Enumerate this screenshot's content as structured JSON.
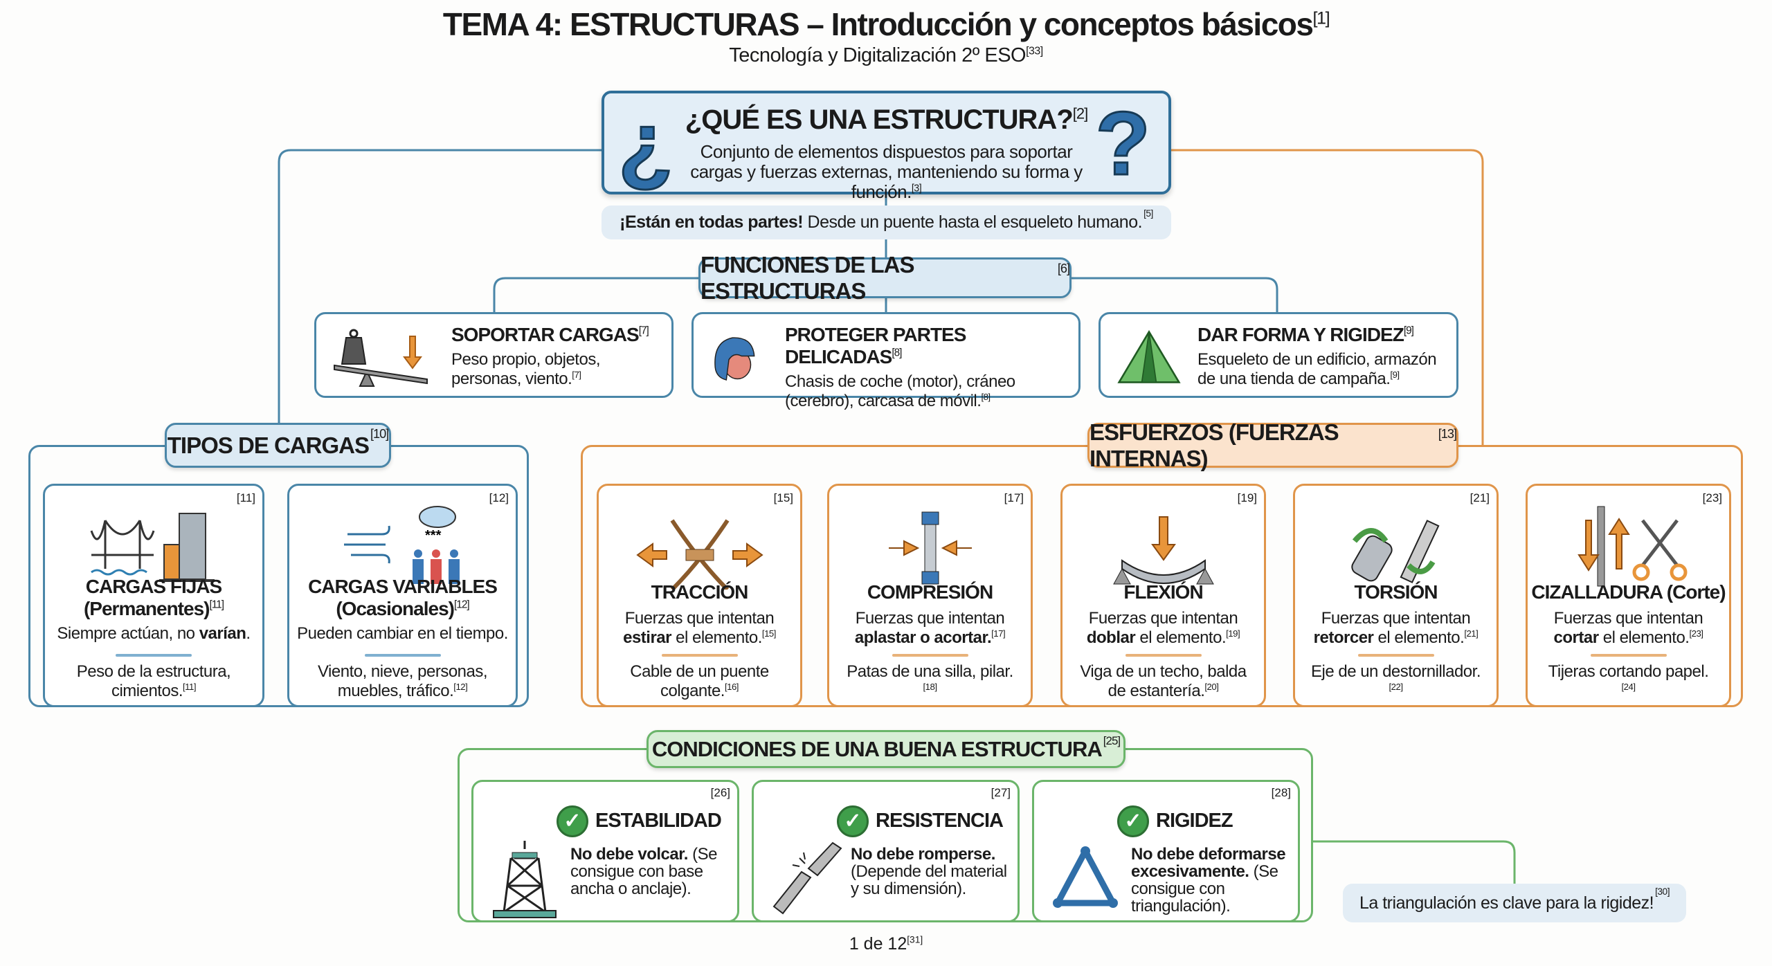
{
  "header": {
    "title": "TEMA 4: ESTRUCTURAS – Introducción y conceptos básicos",
    "title_ref": "[1]",
    "subtitle": "Tecnología y Digitalización 2º ESO",
    "subtitle_ref": "[33]"
  },
  "definition": {
    "title": "¿QUÉ ES UNA ESTRUCTURA?",
    "title_ref": "[2]",
    "text": "Conjunto de elementos dispuestos para soportar cargas y fuerzas externas, manteniendo su forma y función.",
    "text_ref": "[3]",
    "open_q": "¿",
    "close_q": "?"
  },
  "everywhere": {
    "bold": "¡Están en todas partes!",
    "text": " Desde un puente hasta el esqueleto humano.",
    "ref": "[5]"
  },
  "functions": {
    "title": "FUNCIONES DE LAS ESTRUCTURAS",
    "ref": "[6]",
    "items": [
      {
        "title": "SOPORTAR CARGAS",
        "title_ref": "[7]",
        "text": "Peso propio, objetos, personas, viento.",
        "text_ref": "[7]",
        "icon": "seesaw-weight-icon"
      },
      {
        "title": "PROTEGER PARTES DELICADAS",
        "title_ref": "[8]",
        "text": "Chasis de coche (motor), cráneo (cerebro), carcasa de móvil.",
        "text_ref": "[8]",
        "icon": "helmet-brain-icon"
      },
      {
        "title": "DAR FORMA Y RIGIDEZ",
        "title_ref": "[9]",
        "text": "Esqueleto de un edificio, armazón de una tienda de campaña.",
        "text_ref": "[9]",
        "icon": "tent-icon"
      }
    ]
  },
  "loads": {
    "title": "TIPOS DE CARGAS",
    "ref": "[10]",
    "items": [
      {
        "ref": "[11]",
        "title": "CARGAS FIJAS (Permanentes)",
        "title_ref": "[11]",
        "desc_pre": "Siempre actúan, no ",
        "desc_bold": "varían",
        "desc_post": ".",
        "example": "Peso de la estructura, cimientos.",
        "example_ref": "[11]",
        "icon": "bridge-building-icon"
      },
      {
        "ref": "[12]",
        "title": "CARGAS VARIABLES (Ocasionales)",
        "title_ref": "[12]",
        "desc_pre": "Pueden cambiar en el tiempo.",
        "desc_bold": "",
        "desc_post": "",
        "example": "Viento, nieve, personas, muebles, tráfico.",
        "example_ref": "[12]",
        "icon": "wind-snow-people-icon"
      }
    ]
  },
  "stresses": {
    "title": "ESFUERZOS (FUERZAS INTERNAS)",
    "ref": "[13]",
    "items": [
      {
        "ref": "[15]",
        "title": "TRACCIÓN",
        "desc_pre": "Fuerzas que intentan ",
        "desc_bold": "estirar",
        "desc_post": " el elemento.",
        "desc_ref": "[15]",
        "example": "Cable de un puente colgante.",
        "example_ref": "[16]",
        "icon": "rope-tension-icon"
      },
      {
        "ref": "[17]",
        "title": "COMPRESIÓN",
        "desc_pre": "Fuerzas que intentan ",
        "desc_bold": "aplastar o acortar.",
        "desc_post": "",
        "desc_ref": "[17]",
        "example": "Patas de una silla, pilar.",
        "example_ref": "[18]",
        "icon": "column-compression-icon"
      },
      {
        "ref": "[19]",
        "title": "FLEXIÓN",
        "desc_pre": "Fuerzas que intentan ",
        "desc_bold": "doblar",
        "desc_post": " el elemento.",
        "desc_ref": "[19]",
        "example": "Viga de un techo, balda de estantería.",
        "example_ref": "[20]",
        "icon": "bending-beam-icon"
      },
      {
        "ref": "[21]",
        "title": "TORSIÓN",
        "desc_pre": "Fuerzas que intentan ",
        "desc_bold": "retorcer",
        "desc_post": " el elemento.",
        "desc_ref": "[21]",
        "example": "Eje de un destornillador.",
        "example_ref": "[22]",
        "icon": "twist-screw-icon"
      },
      {
        "ref": "[23]",
        "title": "CIZALLADURA (Corte)",
        "desc_pre": "Fuerzas que intentan ",
        "desc_bold": "cortar",
        "desc_post": " el elemento.",
        "desc_ref": "[23]",
        "example": "Tijeras cortando papel.",
        "example_ref": "[24]",
        "icon": "shear-scissors-icon"
      }
    ]
  },
  "conditions": {
    "title": "CONDICIONES DE UNA BUENA ESTRUCTURA",
    "ref": "[25]",
    "items": [
      {
        "ref": "[26]",
        "title": "ESTABILIDAD",
        "bold": "No debe volcar.",
        "text": " (Se consigue con base ancha o anclaje).",
        "icon": "tower-icon"
      },
      {
        "ref": "[27]",
        "title": "RESISTENCIA",
        "bold": "No debe romperse.",
        "text": " (Depende del material y su dimensión).",
        "icon": "broken-beam-icon"
      },
      {
        "ref": "[28]",
        "title": "RIGIDEZ",
        "bold": "No debe deformarse excesivamente.",
        "text": " (Se consigue con triangulación).",
        "icon": "triangle-icon"
      }
    ],
    "check": "✓"
  },
  "tip": {
    "text": "La triangulación es clave para la rigidez!",
    "ref": "[30]"
  },
  "footer": {
    "page": "1 de 12",
    "ref": "[31]"
  },
  "colors": {
    "blue": "#4a86a8",
    "orange": "#e0954a",
    "green": "#6bb56a"
  }
}
